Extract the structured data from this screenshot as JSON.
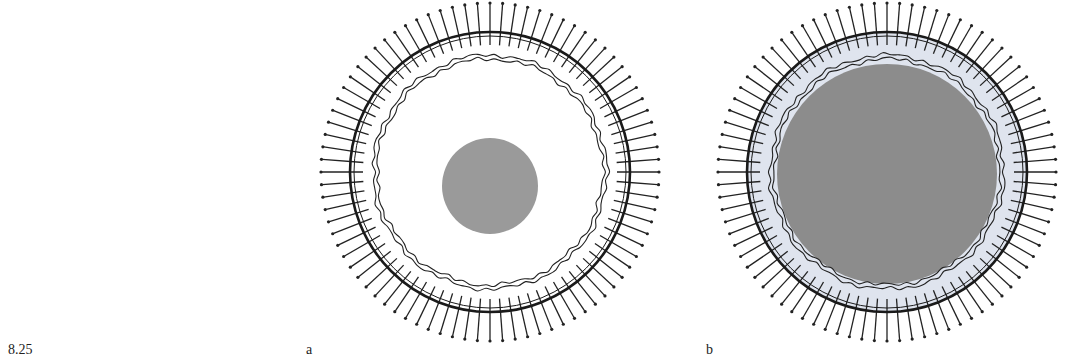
{
  "diagram": {
    "labels": [
      "8.25",
      "a",
      "b"
    ]
  }
}
